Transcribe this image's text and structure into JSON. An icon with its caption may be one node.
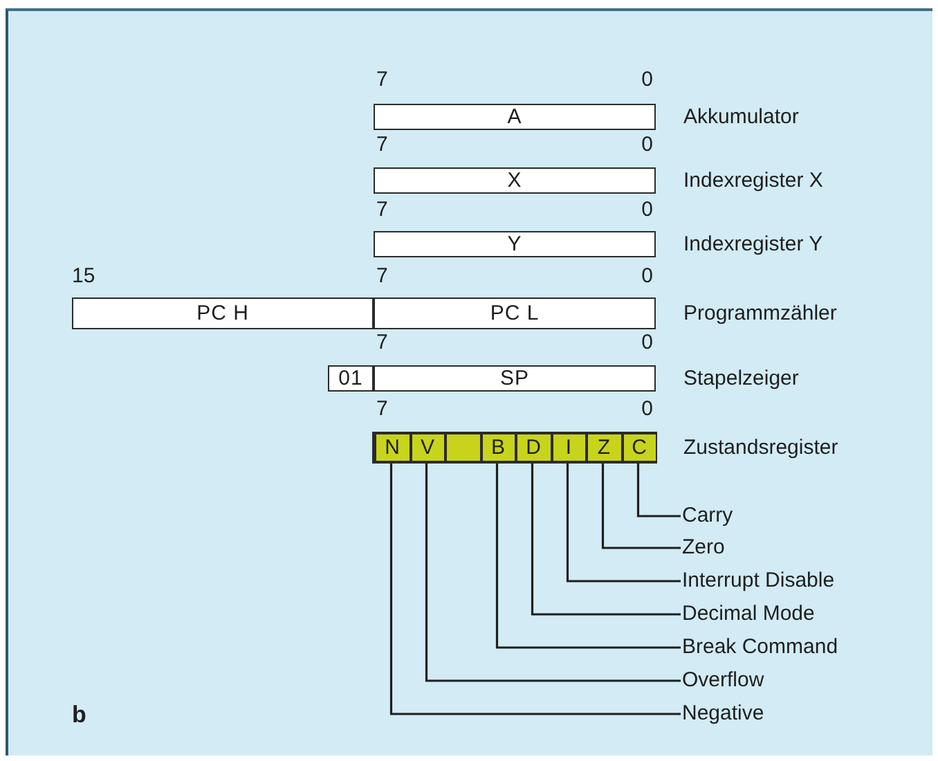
{
  "diagram": {
    "nodes": [
      {
        "text": [
          "A"
        ],
        "beside": [
          "Akkumulator"
        ]
      },
      {
        "text": [
          "X"
        ],
        "beside": [
          "Indexregister X"
        ]
      },
      {
        "text": [
          "Y"
        ],
        "beside": [
          "Indexregister Y"
        ]
      },
      {
        "text": [
          "PC H"
        ]
      },
      {
        "text": [
          "PC L"
        ],
        "beside": [
          "Programmzähler"
        ]
      },
      {
        "text": [
          "01"
        ]
      },
      {
        "text": [
          "SP"
        ],
        "beside": [
          "Stapelzeiger"
        ]
      },
      {
        "text": [],
        "shape": "bar",
        "beside": [
          "Zustandsregister"
        ]
      },
      {
        "text": [
          "N"
        ],
        "in": 7
      },
      {
        "text": [
          "V"
        ],
        "in": 7
      },
      {
        "text": [],
        "shape": "box",
        "in": 7
      },
      {
        "text": [
          "B"
        ],
        "in": 7
      },
      {
        "text": [
          "D"
        ],
        "in": 7
      },
      {
        "text": [
          "I"
        ],
        "in": 7
      },
      {
        "text": [
          "Z"
        ],
        "in": 7
      },
      {
        "text": [
          "C"
        ],
        "in": 7
      },
      {
        "text": [
          "Carry"
        ]
      },
      {
        "text": [
          "Zero"
        ]
      },
      {
        "text": [
          "Interrupt Disable"
        ]
      },
      {
        "text": [
          "Decimal Mode"
        ]
      },
      {
        "text": [
          "Break Command"
        ]
      },
      {
        "text": [
          "Overflow"
        ]
      },
      {
        "text": [
          "Negative"
        ]
      }
    ],
    "edges": [
      {
        "from": 16,
        "to": 15,
        "arrow": "none"
      },
      {
        "from": 17,
        "to": 14,
        "arrow": "none"
      },
      {
        "from": 18,
        "to": 13,
        "arrow": "none"
      },
      {
        "from": 19,
        "to": 12,
        "arrow": "none"
      },
      {
        "from": 20,
        "to": 11,
        "arrow": "none"
      },
      {
        "from": 21,
        "to": 9,
        "arrow": "none"
      },
      {
        "from": 22,
        "to": 8,
        "arrow": "none"
      }
    ],
    "labels": [
      "7",
      "0",
      "7",
      "0",
      "7",
      "0",
      "15",
      "7",
      "0",
      "7",
      "0",
      "7",
      "0",
      "b"
    ]
  }
}
